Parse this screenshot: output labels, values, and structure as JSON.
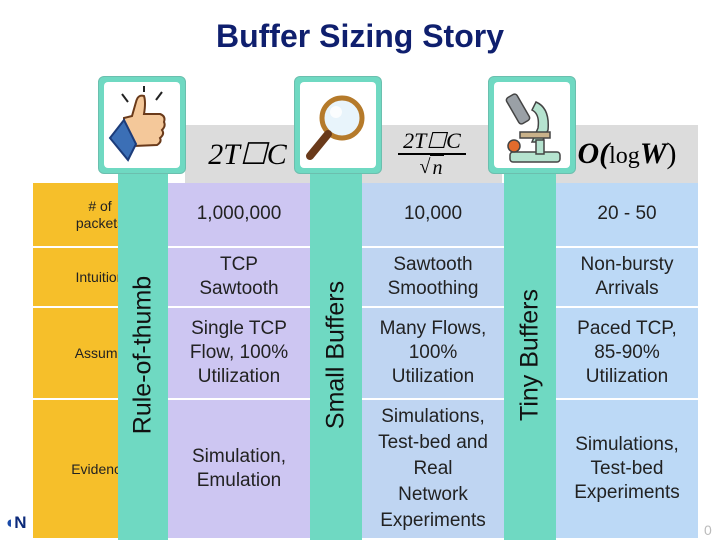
{
  "slide": {
    "title": "Buffer Sizing Story"
  },
  "columns": [
    {
      "category": "Rule-of-thumb",
      "icon": "thumbs-up-icon",
      "formula": "2T☐C",
      "packets": "1,000,000",
      "intuition": "TCP\nSawtooth",
      "assume": "Single TCP\nFlow, 100%\nUtilization",
      "evidence": "Simulation,\nEmulation"
    },
    {
      "category": "Small Buffers",
      "icon": "magnifier-icon",
      "formula_numerator": "2T☐C",
      "formula_denominator": "n",
      "packets": "10,000",
      "intuition": "Sawtooth\nSmoothing",
      "assume": "Many Flows,\n100%\nUtilization",
      "evidence": "Simulations,\nTest-bed and\nReal\nNetwork\nExperiments"
    },
    {
      "category": "Tiny Buffers",
      "icon": "microscope-icon",
      "formula_O": "O(",
      "formula_log": "log",
      "formula_W": "W",
      "formula_close": ")",
      "packets": "20 - 50",
      "intuition": "Non-bursty\nArrivals",
      "assume": "Paced TCP,\n85-90%\nUtilization",
      "evidence": "Simulations,\nTest-bed\nExperiments"
    }
  ],
  "row_labels": {
    "packets": "# of\npackets",
    "intuition": "Intuition",
    "assume": "Assume",
    "evidence": "Evidence"
  },
  "footer": {
    "logo_text": "N",
    "page_number": "0"
  },
  "colors": {
    "title": "#0f1f6e",
    "row_label_bg": "#f6bf2a",
    "column1_bg": "#cdc6f2",
    "column2_bg": "#bfd5f2",
    "column3_bg": "#bcd9f6",
    "bar_bg": "#6fd9c2",
    "header_bg": "#dcdcdc"
  }
}
